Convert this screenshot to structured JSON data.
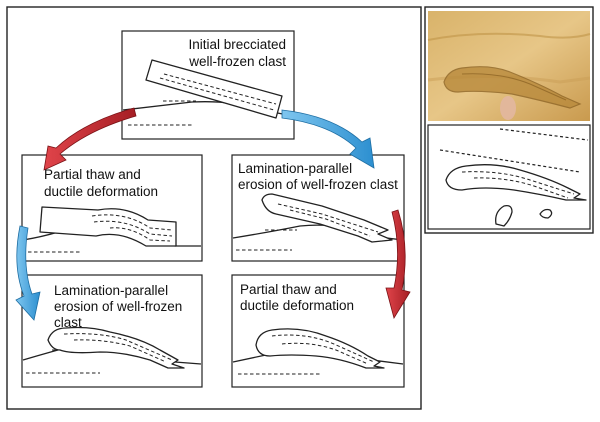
{
  "diagram": {
    "panels": [
      {
        "id": "initial",
        "label_lines": [
          "Initial brecciated",
          "well-frozen clast"
        ]
      },
      {
        "id": "thaw-1",
        "label_lines": [
          "Partial thaw and",
          "ductile deformation"
        ]
      },
      {
        "id": "erosion-1",
        "label_lines": [
          "Lamination-parallel",
          "erosion of well-frozen clast"
        ]
      },
      {
        "id": "erosion-2",
        "label_lines": [
          "Lamination-parallel",
          "erosion of well-frozen",
          "clast"
        ]
      },
      {
        "id": "thaw-2",
        "label_lines": [
          "Partial thaw and",
          "ductile deformation"
        ]
      }
    ],
    "arrow_colors": {
      "red": "#c0262c",
      "blue": "#3aa0dc"
    }
  }
}
